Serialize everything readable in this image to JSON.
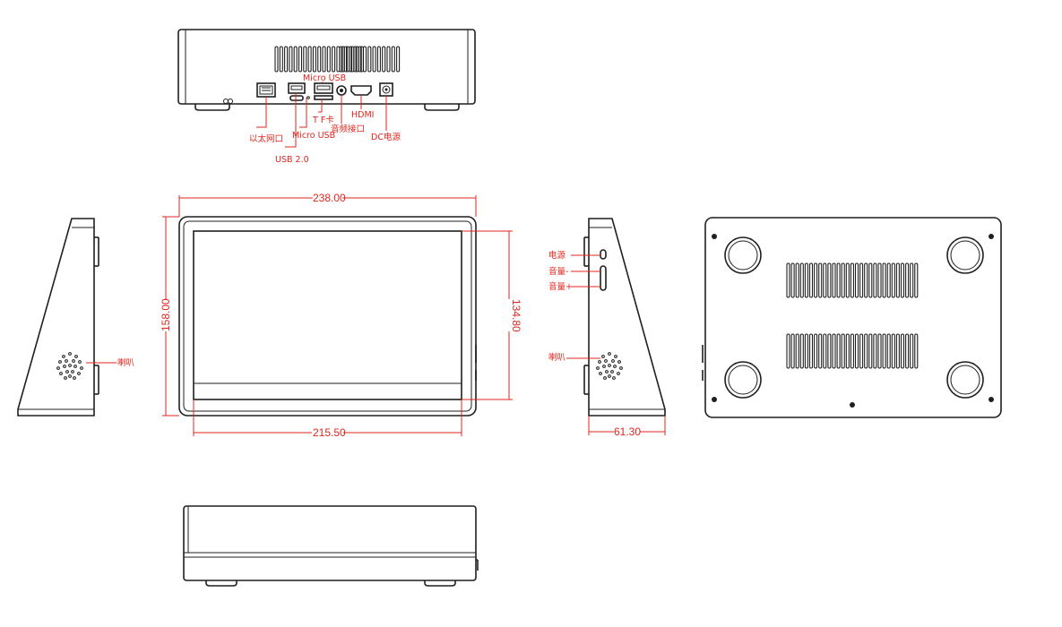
{
  "ports_view": {
    "labels": {
      "ethernet": "以太网口",
      "usb2": "USB 2.0",
      "micro_usb_bottom": "Micro USB",
      "micro_usb_top": "Micro USB",
      "tf_card": "T F卡",
      "audio": "音频接口",
      "hdmi": "HDMI",
      "dc_power": "DC电源"
    }
  },
  "front_view": {
    "dims": {
      "width": "238.00",
      "height": "158.00",
      "screen_width": "215.50",
      "screen_height": "134.80"
    }
  },
  "left_side_view": {
    "labels": {
      "speaker": "喇叭"
    }
  },
  "right_side_view": {
    "labels": {
      "power": "电源",
      "volume_down": "音量-",
      "volume_up": "音量+",
      "speaker": "喇叭"
    },
    "dims": {
      "depth": "61.30"
    }
  },
  "colors": {
    "outline": "#1f1f1f",
    "annotation": "#e0261e"
  }
}
